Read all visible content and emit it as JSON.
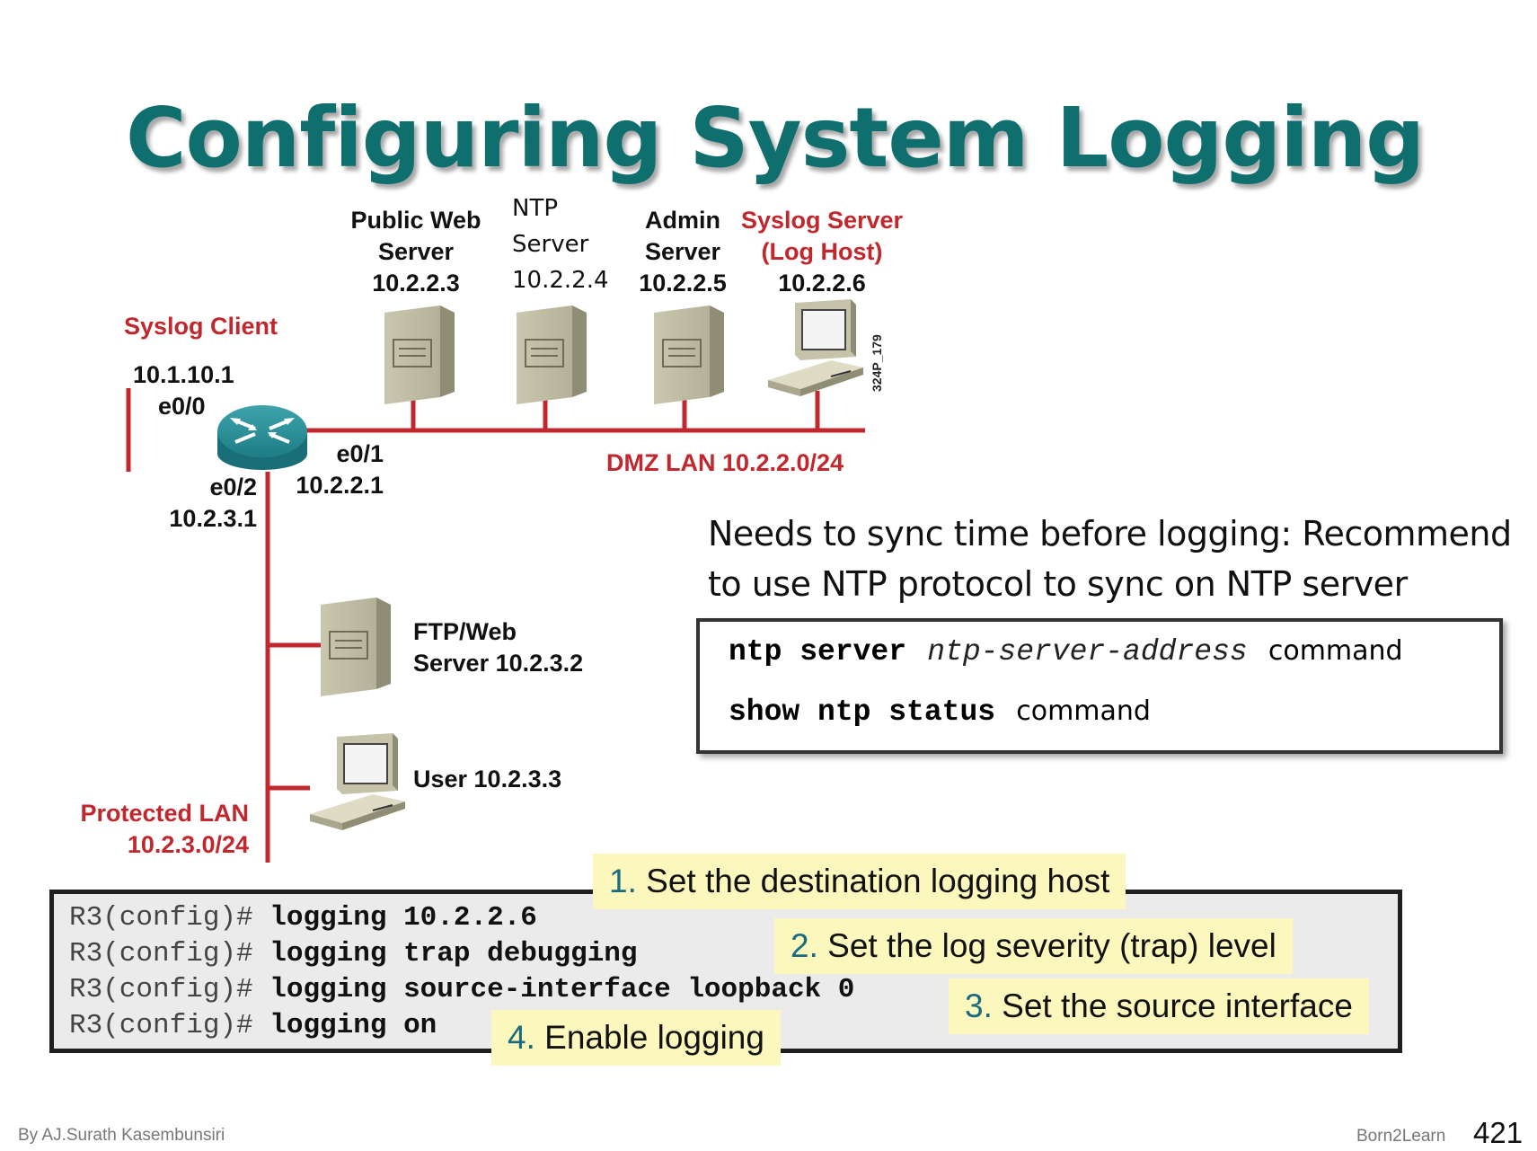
{
  "title": "Configuring System Logging",
  "diagram": {
    "servers": [
      {
        "name": "Public Web Server",
        "line1": "Public Web",
        "line2": "Server",
        "ip": "10.2.2.3"
      },
      {
        "name": "NTP Server",
        "line1": "NTP",
        "line2": "Server",
        "ip": "10.2.2.4"
      },
      {
        "name": "Admin Server",
        "line1": "Admin",
        "line2": "Server",
        "ip": "10.2.2.5"
      },
      {
        "name": "Syslog Server",
        "line1": "Syslog Server",
        "line2": "(Log Host)",
        "ip": "10.2.2.6"
      }
    ],
    "figure_id": "324P_179",
    "syslog_client": "Syslog Client",
    "router": {
      "e00_ip": "10.1.10.1",
      "e00_name": "e0/0",
      "e01_name": "e0/1",
      "e01_ip": "10.2.2.1",
      "e02_name": "e0/2",
      "e02_ip": "10.2.3.1"
    },
    "dmz_lan": "DMZ LAN 10.2.2.0/24",
    "ftp_line1": "FTP/Web",
    "ftp_line2": "Server 10.2.3.2",
    "user": "User 10.2.3.3",
    "protected_line1": "Protected LAN",
    "protected_line2": "10.2.3.0/24"
  },
  "note": {
    "line1": "Needs to sync time before logging: Recommend",
    "line2": "to use NTP protocol to sync on NTP server"
  },
  "commands": {
    "ntp_kw": "ntp server",
    "ntp_arg": "ntp-server-address",
    "ntp_word": "command",
    "show_kw": "show ntp status",
    "show_word": "command"
  },
  "console": {
    "prompt": "R3(config)#",
    "lines": [
      "logging 10.2.2.6",
      "logging trap debugging",
      "logging source-interface loopback 0",
      "logging on"
    ]
  },
  "callouts": [
    {
      "num": "1.",
      "text": "Set the destination logging host"
    },
    {
      "num": "2.",
      "text": "Set the log severity (trap) level"
    },
    {
      "num": "3.",
      "text": "Set the source interface"
    },
    {
      "num": "4.",
      "text": "Enable logging"
    }
  ],
  "footer": {
    "author": "By AJ.Surath Kasembunsiri",
    "brand": "Born2Learn",
    "page": "421"
  },
  "colors": {
    "title": "#0f6e6e",
    "network_line": "#c0282d",
    "callout_bg": "#fbf7bd",
    "callout_num": "#1a6a80"
  }
}
